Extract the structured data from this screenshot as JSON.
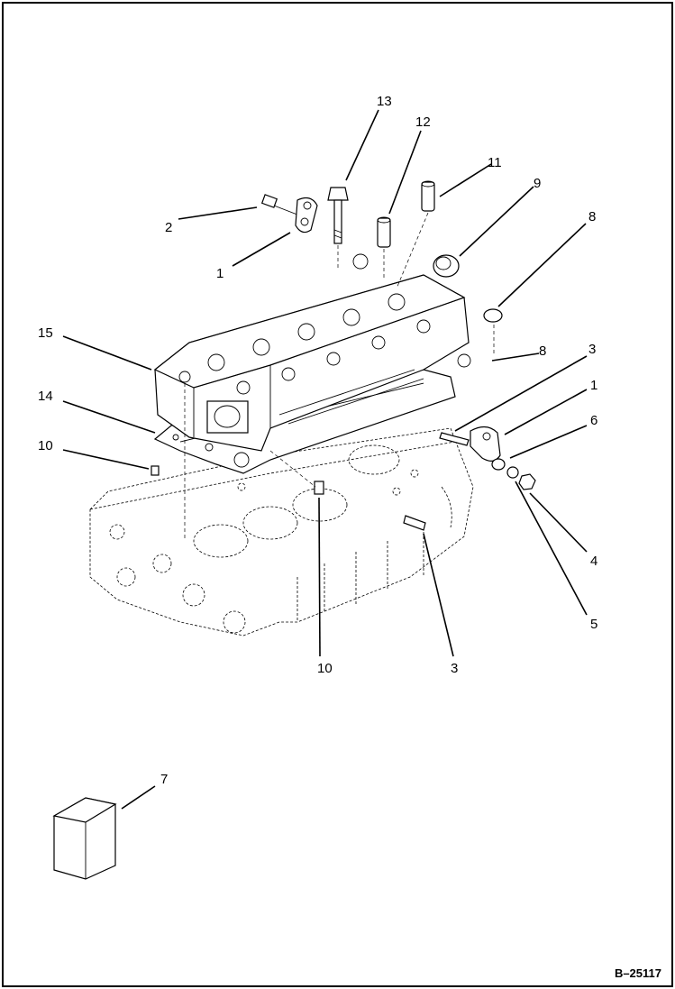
{
  "diagram": {
    "reference": "B–25117",
    "callouts": [
      {
        "id": "c13",
        "label": "13"
      },
      {
        "id": "c12",
        "label": "12"
      },
      {
        "id": "c11",
        "label": "11"
      },
      {
        "id": "c9",
        "label": "9"
      },
      {
        "id": "c8a",
        "label": "8"
      },
      {
        "id": "c2",
        "label": "2"
      },
      {
        "id": "c1a",
        "label": "1"
      },
      {
        "id": "c15",
        "label": "15"
      },
      {
        "id": "c8b",
        "label": "8"
      },
      {
        "id": "c3a",
        "label": "3"
      },
      {
        "id": "c1b",
        "label": "1"
      },
      {
        "id": "c14",
        "label": "14"
      },
      {
        "id": "c6",
        "label": "6"
      },
      {
        "id": "c10a",
        "label": "10"
      },
      {
        "id": "c4",
        "label": "4"
      },
      {
        "id": "c5",
        "label": "5"
      },
      {
        "id": "c10b",
        "label": "10"
      },
      {
        "id": "c3b",
        "label": "3"
      },
      {
        "id": "c7",
        "label": "7"
      }
    ]
  }
}
